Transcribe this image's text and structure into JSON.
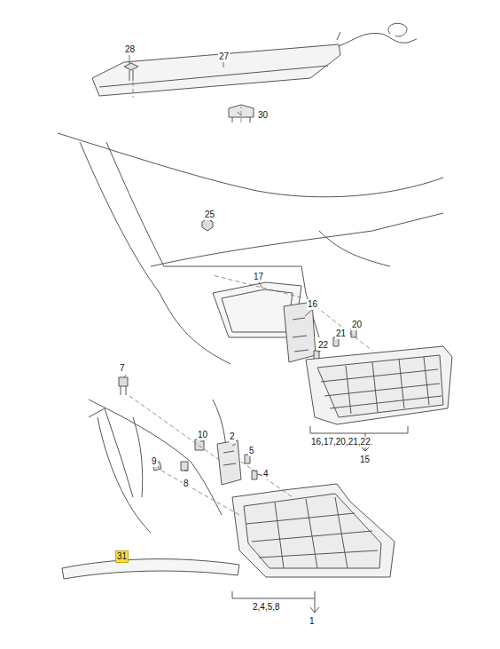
{
  "diagram": {
    "labels": [
      "28",
      "27",
      "30",
      "25",
      "17",
      "16",
      "20",
      "21",
      "22",
      "7",
      "10",
      "2",
      "5",
      "9",
      "8",
      "4",
      "31",
      "16,17,20,21,22",
      "15",
      "2,4,5,8",
      "1"
    ]
  }
}
